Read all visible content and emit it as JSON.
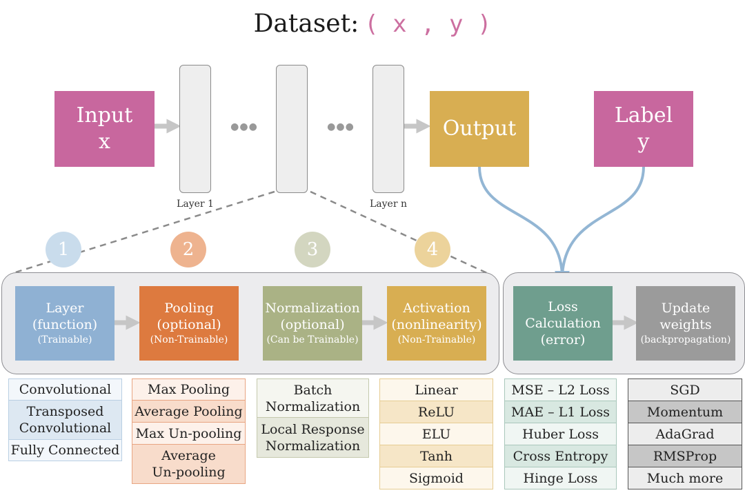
{
  "title": {
    "text": "Dataset:",
    "tuple": "( x , y )"
  },
  "top": {
    "input": {
      "line1": "Input",
      "line2": "x"
    },
    "layer1_label": "Layer 1",
    "layern_label": "Layer n",
    "ellipsis": "●●●",
    "output": "Output",
    "label": {
      "line1": "Label",
      "line2": "y"
    }
  },
  "numbers": [
    "1",
    "2",
    "3",
    "4"
  ],
  "steps": [
    {
      "title": "Layer",
      "sub1": "(function)",
      "sub2": "(Trainable)"
    },
    {
      "title": "Pooling",
      "sub1": "(optional)",
      "sub2": "(Non-Trainable)"
    },
    {
      "title": "Normalization",
      "sub1": "(optional)",
      "sub2": "(Can be Trainable)"
    },
    {
      "title": "Activation",
      "sub1": "(nonlinearity)",
      "sub2": "(Non-Trainable)"
    }
  ],
  "loss_step": {
    "l1": "Loss",
    "l2": "Calculation",
    "l3": "(error)"
  },
  "update_step": {
    "l1": "Update",
    "l2": "weights",
    "l3": "(backpropagation)"
  },
  "lists": {
    "layers": [
      "Convolutional",
      "Transposed Convolutional",
      "Fully Connected"
    ],
    "pooling": [
      "Max Pooling",
      "Average Pooling",
      "Max Un-pooling",
      "Average Un-pooling"
    ],
    "normalization": [
      "Batch Normalization",
      "Local Response Normalization"
    ],
    "activation": [
      "Linear",
      "ReLU",
      "ELU",
      "Tanh",
      "Sigmoid"
    ],
    "loss": [
      "MSE – L2 Loss",
      "MAE – L1 Loss",
      "Huber Loss",
      "Cross Entropy",
      "Hinge Loss"
    ],
    "optimizers": [
      "SGD",
      "Momentum",
      "AdaGrad",
      "RMSProp",
      "Much more"
    ]
  },
  "colors": {
    "magenta": "#c8679e",
    "gold": "#d8ae52",
    "blue": "#8fb1d3",
    "orange": "#dd7a3f",
    "olive": "#aab285",
    "teal": "#6f9e8e",
    "gray": "#9b9b9b",
    "arrow": "#c6c6c6",
    "curve": "#93b6d4"
  }
}
